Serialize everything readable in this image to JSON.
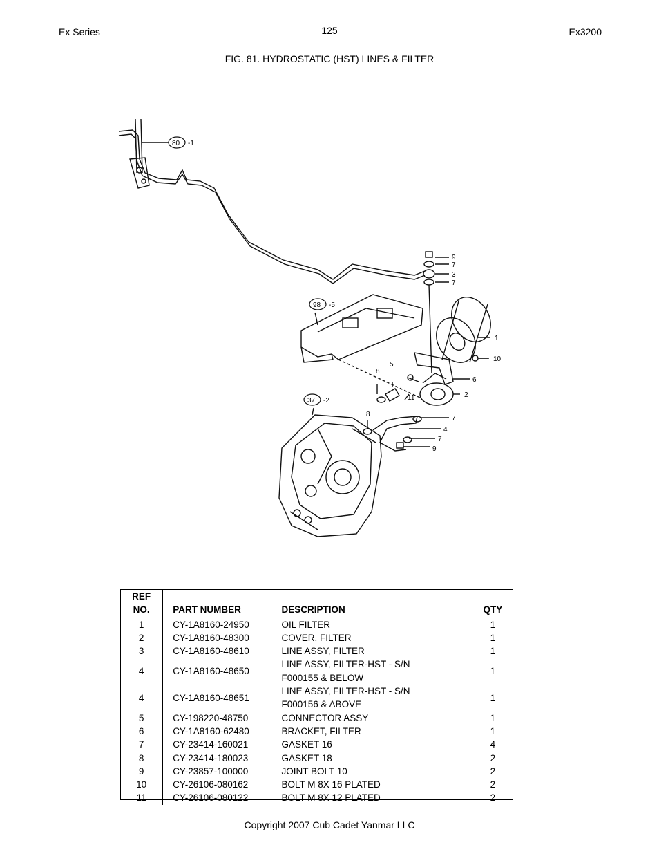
{
  "header": {
    "left": "Ex Series",
    "center": "125",
    "right": "Ex3200"
  },
  "figure": {
    "title": "FIG. 81. HYDROSTATIC (HST) LINES & FILTER",
    "callouts": {
      "c80": "80",
      "c80s": "-1",
      "c98": "98",
      "c98s": "-5",
      "c37": "37",
      "c37s": "-2",
      "r9a": "9",
      "r7a": "7",
      "r3": "3",
      "r7b": "7",
      "r1": "1",
      "r10": "10",
      "r6": "6",
      "r2": "2",
      "r5": "5",
      "r8a": "8",
      "r11": "11",
      "r8b": "8",
      "r7c": "7",
      "r4": "4",
      "r7d": "7",
      "r9b": "9"
    }
  },
  "table": {
    "headers": {
      "ref_top": "REF",
      "ref_bottom": "NO.",
      "part": "PART NUMBER",
      "desc": "DESCRIPTION",
      "qty": "QTY"
    },
    "rows": [
      {
        "ref": "1",
        "part": "CY-1A8160-24950",
        "desc": [
          "OIL FILTER"
        ],
        "qty": "1"
      },
      {
        "ref": "2",
        "part": "CY-1A8160-48300",
        "desc": [
          "COVER, FILTER"
        ],
        "qty": "1"
      },
      {
        "ref": "3",
        "part": "CY-1A8160-48610",
        "desc": [
          "LINE ASSY, FILTER"
        ],
        "qty": "1"
      },
      {
        "ref": "4",
        "part": "CY-1A8160-48650",
        "desc": [
          "LINE ASSY, FILTER-HST - S/N",
          "F000155 & BELOW"
        ],
        "qty": "1"
      },
      {
        "ref": "4",
        "part": "CY-1A8160-48651",
        "desc": [
          "LINE ASSY, FILTER-HST - S/N",
          "F000156 & ABOVE"
        ],
        "qty": "1"
      },
      {
        "ref": "5",
        "part": "CY-198220-48750",
        "desc": [
          "CONNECTOR ASSY"
        ],
        "qty": "1"
      },
      {
        "ref": "6",
        "part": "CY-1A8160-62480",
        "desc": [
          "BRACKET, FILTER"
        ],
        "qty": "1"
      },
      {
        "ref": "7",
        "part": "CY-23414-160021",
        "desc": [
          "GASKET 16"
        ],
        "qty": "4"
      },
      {
        "ref": "8",
        "part": "CY-23414-180023",
        "desc": [
          "GASKET 18"
        ],
        "qty": "2"
      },
      {
        "ref": "9",
        "part": "CY-23857-100000",
        "desc": [
          "JOINT BOLT 10"
        ],
        "qty": "2"
      },
      {
        "ref": "10",
        "part": "CY-26106-080162",
        "desc": [
          "BOLT M 8X 16 PLATED"
        ],
        "qty": "2"
      },
      {
        "ref": "11",
        "part": "CY-26106-080122",
        "desc": [
          "BOLT M 8X 12 PLATED"
        ],
        "qty": "2"
      }
    ]
  },
  "footer": {
    "copyright": "Copyright 2007 Cub Cadet Yanmar LLC"
  }
}
